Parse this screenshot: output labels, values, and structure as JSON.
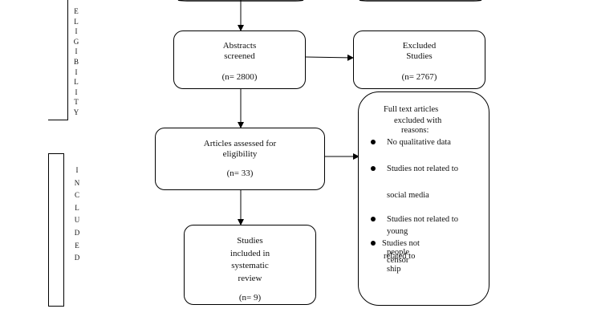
{
  "side_labels": {
    "eligibility": [
      "E",
      "L",
      "I",
      "G",
      "I",
      "B",
      "I",
      "L",
      "I",
      "T",
      "Y"
    ],
    "included": [
      "I",
      "N",
      "C",
      "L",
      "U",
      "D",
      "E",
      "D"
    ]
  },
  "boxes": {
    "abstracts": {
      "line1": "Abstracts",
      "line2": "screened",
      "n": "(n= 2800)"
    },
    "excluded": {
      "line1": "Excluded",
      "line2": "Studies",
      "n": "(n= 2767)"
    },
    "assessed": {
      "line1": "Articles assessed for",
      "line2": "eligibility",
      "n": "(n= 33)"
    },
    "included": {
      "line1": "Studies",
      "line2": "included in",
      "line3": "systematic",
      "line4": "review",
      "n": "(n= 9)"
    }
  },
  "fulltext_excluded": {
    "title1": "Full text articles",
    "title2": "excluded with",
    "title3": "reasons:",
    "items": [
      {
        "text": "No qualitative data"
      },
      {
        "text": "Studies not related to"
      },
      {
        "text": "social media"
      },
      {
        "text": "Studies not related to"
      },
      {
        "text": "young"
      },
      {
        "text": "Studies not"
      },
      {
        "text": "people"
      },
      {
        "text": "related to"
      },
      {
        "text": "censor"
      },
      {
        "text": "ship"
      }
    ]
  }
}
